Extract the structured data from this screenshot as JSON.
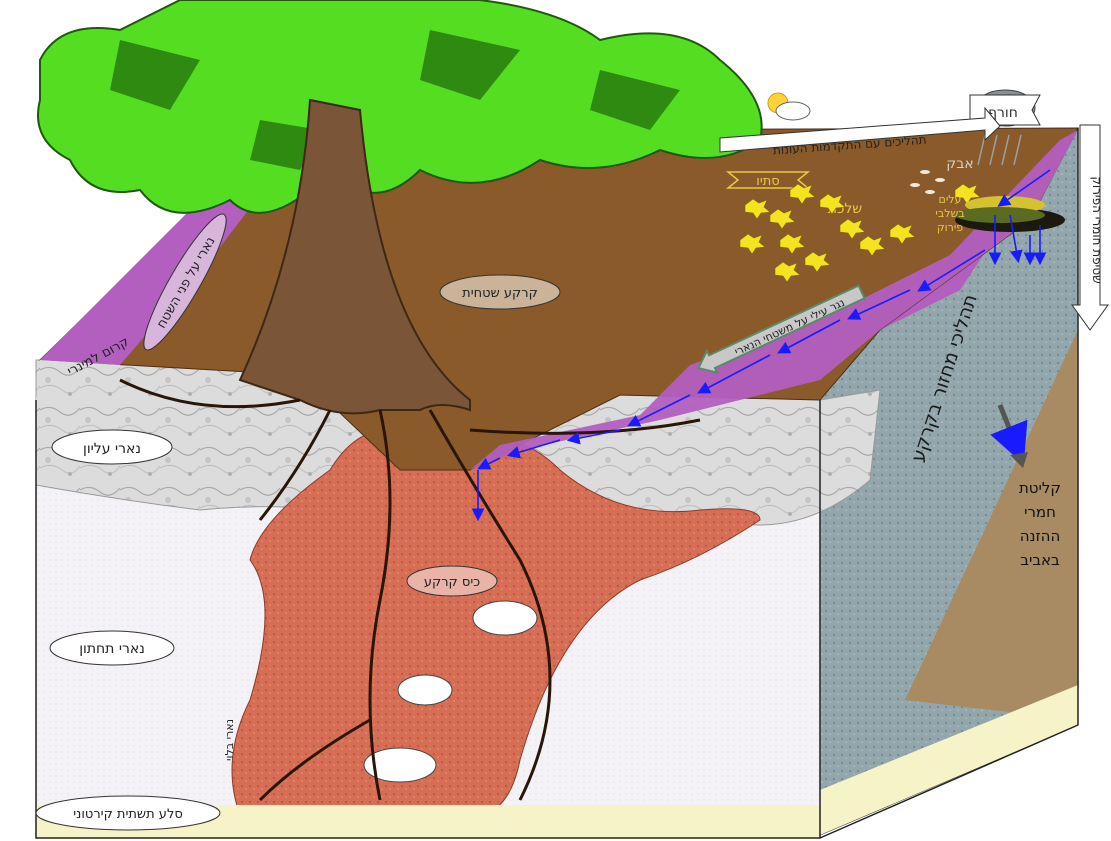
{
  "labels": {
    "winter": "חורף",
    "summer": "סתיו",
    "season_arrow": "תהליכים עם התקדמות העונות",
    "dust": "אבק",
    "litter": "שלכת",
    "leaves_decay": [
      "עלים",
      "בשלבי",
      "פירוק"
    ],
    "leaching": "שטיפת חומרי הפירוק",
    "surface_soil": "קרקע שטחית",
    "surface_limestone": "נארי על פני השטח",
    "lime_crust": "קרום למינרי",
    "runoff": "נגר עילי על משטחי הנארי",
    "recycling": "תהליכי מחזור בקרקע",
    "absorption": [
      "קליטת",
      "חמרי",
      "ההזנה",
      "באביב"
    ],
    "upper_limestone": "נארי עליון",
    "soil_pocket": "כיס קרקע",
    "lower_limestone": "נארי תחתון",
    "weathered_limestone": "נארי בלוי",
    "bedrock": "סלע תשתית קירטוני"
  },
  "colors": {
    "tree_leaves": "#55dd22",
    "tree_leaves_dark": "#2f8a12",
    "trunk": "#7b5537",
    "soil": "#8b5a2b",
    "purple_crust": "#b25fc0",
    "limestone": "#d8d8d8",
    "soil_pocket": "#d9725a",
    "chalk": "#f2f0f4",
    "grey_side": "#8fa3a8",
    "brown_side": "#a88a62",
    "water_arrow": "#1a1aff",
    "yellow_label": "#e8c84a"
  }
}
